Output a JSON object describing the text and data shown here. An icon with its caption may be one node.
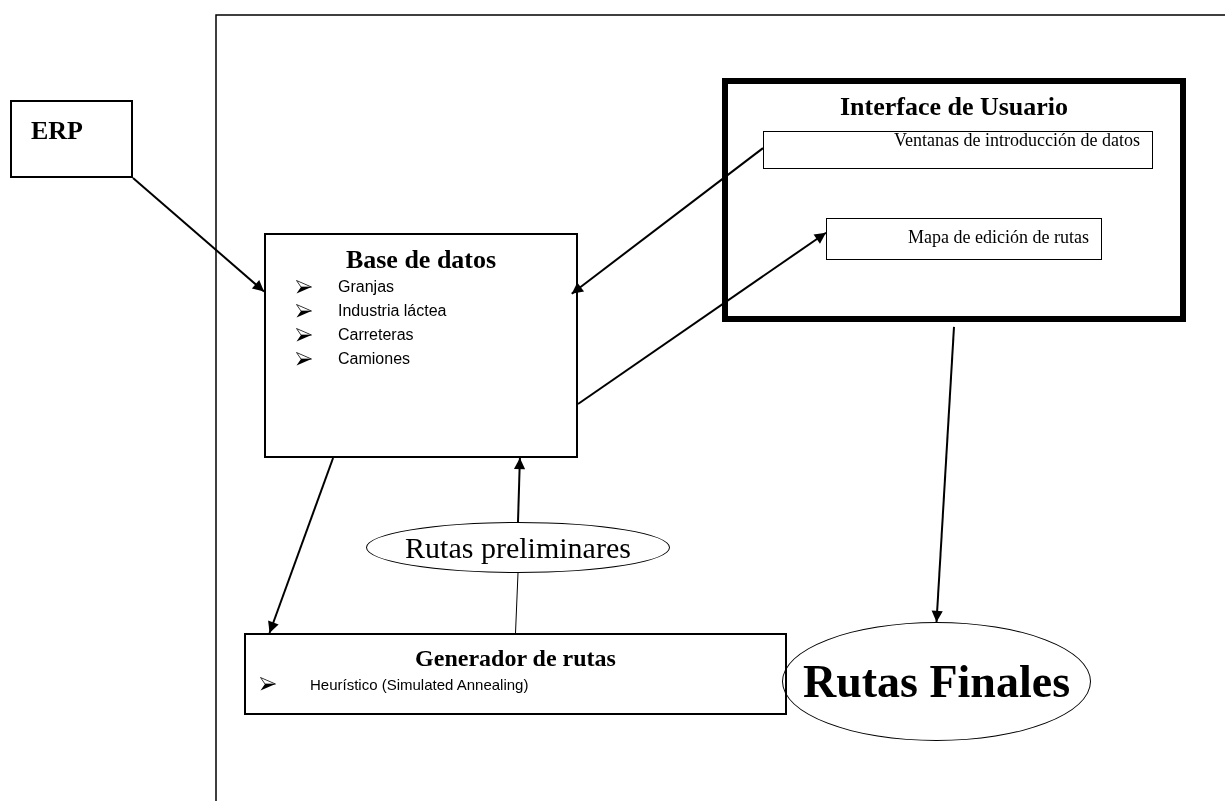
{
  "diagram": {
    "nodes": [
      {
        "text": [
          "ERP"
        ]
      },
      {
        "text": [
          "Base de datos",
          "Granjas",
          "Industria láctea",
          "Carreteras",
          "Camiones"
        ]
      },
      {
        "text": [
          "Interface de Usuario"
        ]
      },
      {
        "text": [
          "Ventanas de introducción de datos"
        ],
        "in": 2
      },
      {
        "text": [
          "Mapa de edición de rutas"
        ],
        "in": 2
      },
      {
        "text": [
          "Rutas preliminares"
        ]
      },
      {
        "text": [
          "Generador de rutas",
          "Heurístico (Simulated Annealing)"
        ]
      },
      {
        "text": [
          "Rutas Finales"
        ]
      }
    ],
    "edges": [
      {
        "from": 0,
        "to": 1,
        "arrow": "to"
      },
      {
        "from": 3,
        "to": 1,
        "arrow": "to"
      },
      {
        "from": 1,
        "to": 4,
        "arrow": "to"
      },
      {
        "from": 1,
        "to": 6,
        "arrow": "to"
      },
      {
        "from": 6,
        "to": 5,
        "arrow": "none"
      },
      {
        "from": 5,
        "to": 1,
        "arrow": "to"
      },
      {
        "from": 2,
        "to": 7,
        "arrow": "to"
      }
    ]
  }
}
